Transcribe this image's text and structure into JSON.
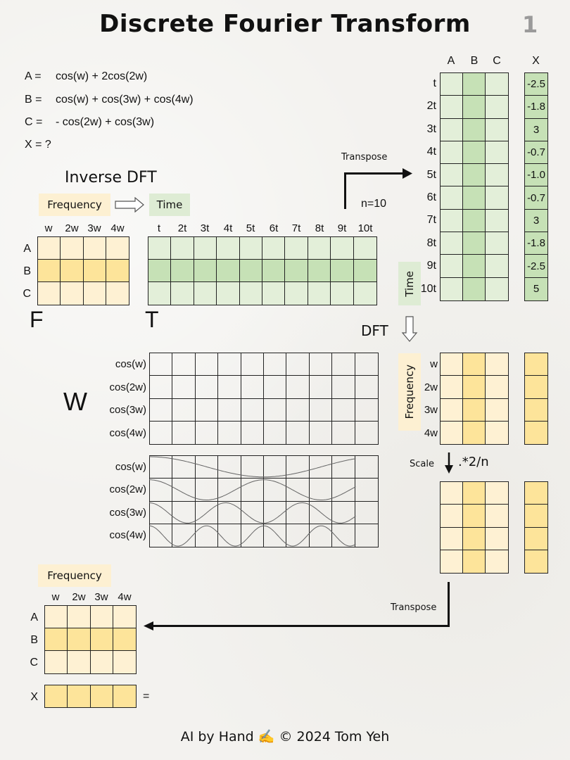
{
  "header": {
    "title": "Discrete Fourier Transform",
    "page_number": "1"
  },
  "equations": [
    {
      "lhs": "A =",
      "rhs": "cos(w) + 2cos(2w)"
    },
    {
      "lhs": "B =",
      "rhs": "cos(w) + cos(3w) + cos(4w)"
    },
    {
      "lhs": "C =",
      "rhs": "- cos(2w) + cos(3w)"
    },
    {
      "lhs": "X = ?",
      "rhs": ""
    }
  ],
  "inverse_dft": {
    "heading": "Inverse DFT",
    "from_tag": "Frequency",
    "to_tag": "Time",
    "F_label": "F",
    "T_label": "T",
    "freq_cols": [
      "w",
      "2w",
      "3w",
      "4w"
    ],
    "rows": [
      "A",
      "B",
      "C"
    ],
    "time_cols": [
      "t",
      "2t",
      "3t",
      "4t",
      "5t",
      "6t",
      "7t",
      "8t",
      "9t",
      "10t"
    ]
  },
  "transpose_top": {
    "label": "Transpose",
    "n_label": "n=10",
    "cols": [
      "A",
      "B",
      "C"
    ],
    "x_header": "X",
    "time_tag": "Time",
    "rows": [
      "t",
      "2t",
      "3t",
      "4t",
      "5t",
      "6t",
      "7t",
      "8t",
      "9t",
      "10t"
    ],
    "x_values": [
      "-2.5",
      "-1.8",
      "3",
      "-0.7",
      "-1.0",
      "-0.7",
      "3",
      "-1.8",
      "-2.5",
      "5"
    ]
  },
  "dft": {
    "label": "DFT",
    "frequency_tag": "Frequency",
    "rows": [
      "w",
      "2w",
      "3w",
      "4w"
    ]
  },
  "W_matrix": {
    "label": "W",
    "rows": [
      "cos(w)",
      "cos(2w)",
      "cos(3w)",
      "cos(4w)"
    ]
  },
  "cos_plot": {
    "rows": [
      "cos(w)",
      "cos(2w)",
      "cos(3w)",
      "cos(4w)"
    ]
  },
  "scale": {
    "label": "Scale",
    "op": ".*2/n"
  },
  "transpose_bottom": {
    "label": "Transpose"
  },
  "result": {
    "frequency_tag": "Frequency",
    "cols": [
      "w",
      "2w",
      "3w",
      "4w"
    ],
    "rows": [
      "A",
      "B",
      "C"
    ],
    "x_label": "X",
    "equals": "="
  },
  "footer": {
    "text": "AI by Hand ✍️ © 2024 Tom Yeh"
  },
  "colors": {
    "yellow_light": "#fef1d3",
    "yellow_dark": "#fde49a",
    "green_light": "#e3efd9",
    "green_dark": "#c6e1b6"
  }
}
